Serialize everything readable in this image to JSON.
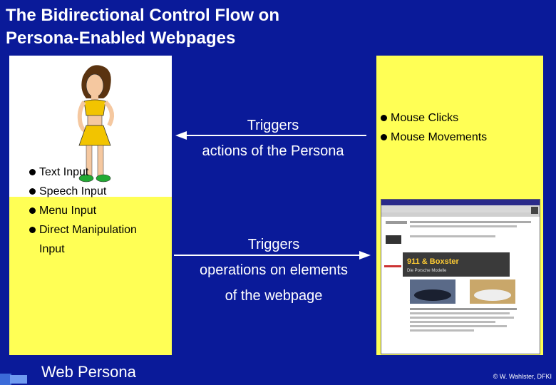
{
  "title": {
    "line1": "The Bidirectional Control Flow on",
    "line2": "Persona-Enabled Webpages"
  },
  "left_panel": {
    "bullets": [
      "Text Input",
      "Speech Input",
      "Menu Input",
      "Direct Manipulation"
    ],
    "bullet_continuation": "Input"
  },
  "right_panel": {
    "bullets": [
      "Mouse Clicks",
      "Mouse Movements"
    ]
  },
  "arrow_top": {
    "line1": "Triggers",
    "line2": "actions of the Persona"
  },
  "arrow_bottom": {
    "line1": "Triggers",
    "line2": "operations on elements",
    "line3": "of the webpage"
  },
  "footer": {
    "label": "Web Persona",
    "copyright": "© W. Wahlster, DFKI"
  },
  "webpage": {
    "heading": "911 & Boxster",
    "subheading": "Die Porsche Modelle"
  },
  "colors": {
    "background": "#0a1a99",
    "panel_yellow": "#ffff55",
    "persona_outfit": "#f2c400",
    "persona_shoes": "#22aa33"
  }
}
